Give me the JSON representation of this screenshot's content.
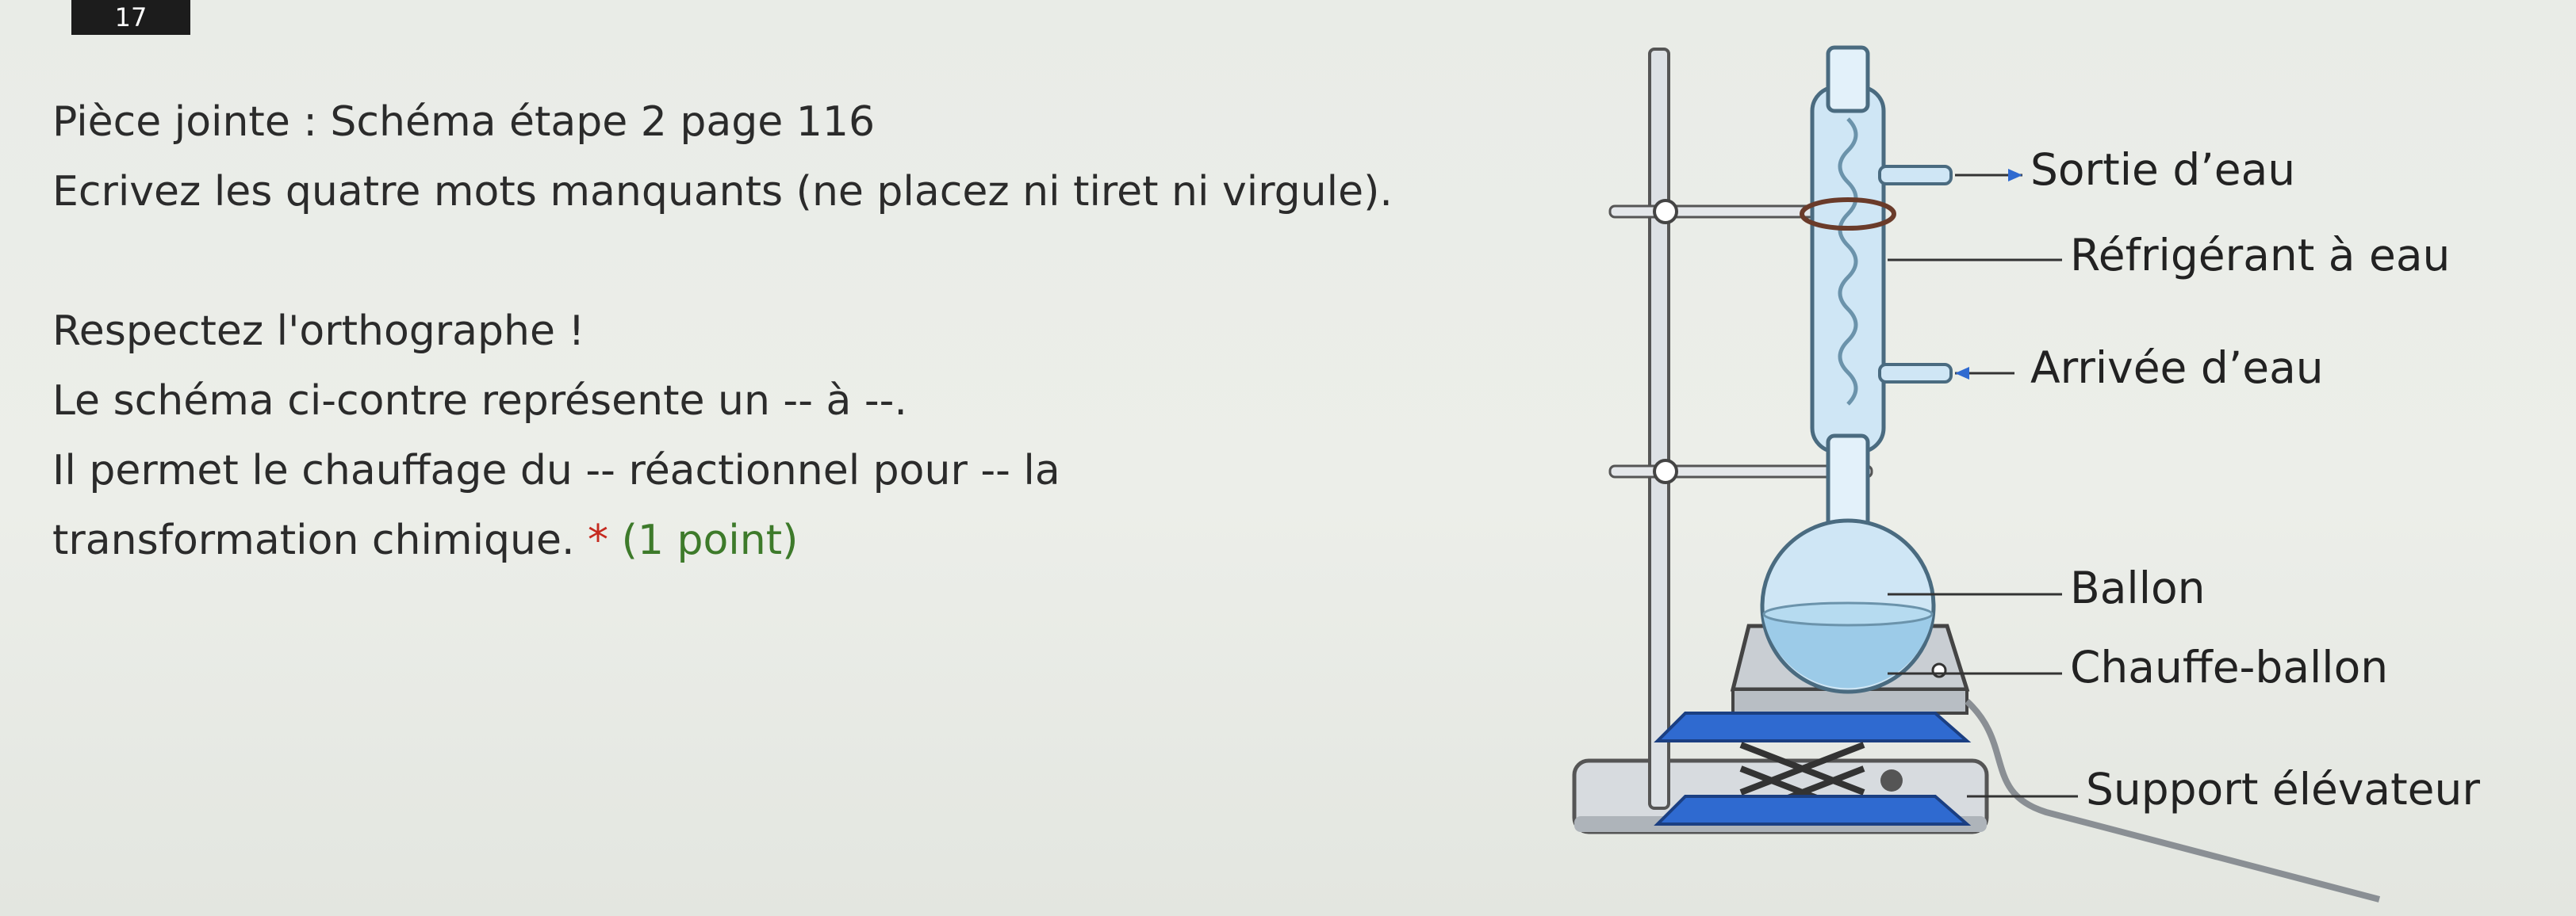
{
  "question_number": "17",
  "question": {
    "attachment": "Pièce jointe : Schéma étape 2 page 116",
    "instruction": "Ecrivez les quatre mots manquants (ne placez ni tiret ni virgule).",
    "warning": "Respectez l'orthographe !",
    "sentence_1": "Le schéma ci-contre représente un -- à --.",
    "sentence_2": "Il permet le chauffage du -- réactionnel pour -- la transformation chimique.",
    "required_marker": "*",
    "points": "(1 point)"
  },
  "diagram": {
    "labels": {
      "water_out": "Sortie d’eau",
      "condenser": "Réfrigérant à eau",
      "water_in": "Arrivée d’eau",
      "flask": "Ballon",
      "heater": "Chauffe-ballon",
      "lab_jack": "Support élévateur"
    },
    "colors": {
      "jack_blue": "#2f6ad0",
      "glass": "#cfe6f5",
      "liquid": "#9ccbe8",
      "heater_gray": "#c9ced3",
      "clamp_red": "#d23a2a"
    }
  }
}
